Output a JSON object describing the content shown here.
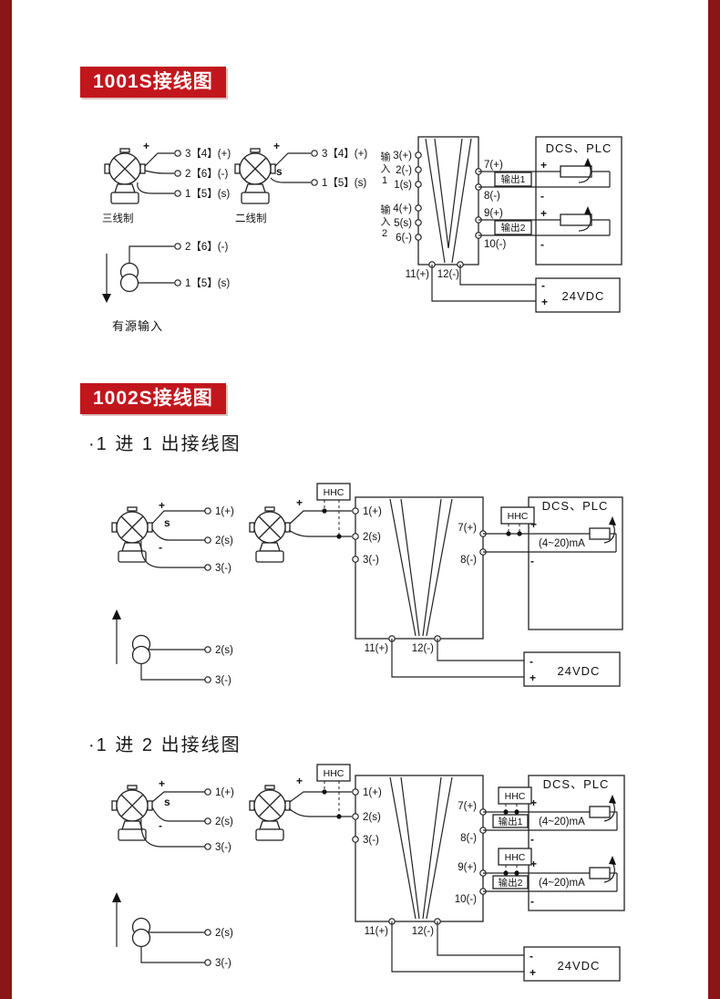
{
  "badges": {
    "s1": "1001S接线图",
    "s2": "1002S接线图"
  },
  "subtitles": {
    "d2": "·1 进 1 出接线图",
    "d3": "·1 进 2 出接线图"
  },
  "labels": {
    "three_wire": "三线制",
    "two_wire": "二线制",
    "active_input": "有源输入",
    "input1": "输入1",
    "input2": "输入2",
    "output1": "输出1",
    "output2": "输出2",
    "dcs": "DCS、PLC",
    "power": "24VDC",
    "hhc": "HHC",
    "ma": "(4~20)mA",
    "plus": "+",
    "minus": "-",
    "s": "s"
  },
  "d1": {
    "three_wire_terminals": [
      "3【4】(+)",
      "2【6】(-)",
      "1【5】(s)"
    ],
    "two_wire_terminals": [
      "3【4】(+)",
      "1【5】(s)"
    ],
    "active_terminals": [
      "2【6】(-)",
      "1【5】(s)"
    ],
    "iso_left": [
      "3(+)",
      "2(-)",
      "1(s)",
      "4(+)",
      "5(s)",
      "6(-)"
    ],
    "iso_right": [
      "7(+)",
      "8(-)",
      "9(+)",
      "10(-)"
    ],
    "iso_bottom": [
      "11(+)",
      "12(-)"
    ]
  },
  "d2": {
    "tx_terminals": [
      "1(+)",
      "2(s)",
      "3(-)"
    ],
    "iso_left": [
      "1(+)",
      "2(s)",
      "3(-)"
    ],
    "iso_right": [
      "7(+)",
      "8(-)"
    ],
    "iso_bottom": [
      "11(+)",
      "12(-)"
    ],
    "active_terminals": [
      "2(s)",
      "3(-)"
    ]
  },
  "d3": {
    "tx_terminals": [
      "1(+)",
      "2(s)",
      "3(-)"
    ],
    "iso_left": [
      "1(+)",
      "2(s)",
      "3(-)"
    ],
    "iso_right": [
      "7(+)",
      "8(-)",
      "9(+)",
      "10(-)"
    ],
    "iso_bottom": [
      "11(+)",
      "12(-)"
    ],
    "active_terminals": [
      "2(s)",
      "3(-)"
    ]
  },
  "colors": {
    "accent": "#c2161d",
    "side": "#8a1618",
    "ink": "#111111"
  }
}
